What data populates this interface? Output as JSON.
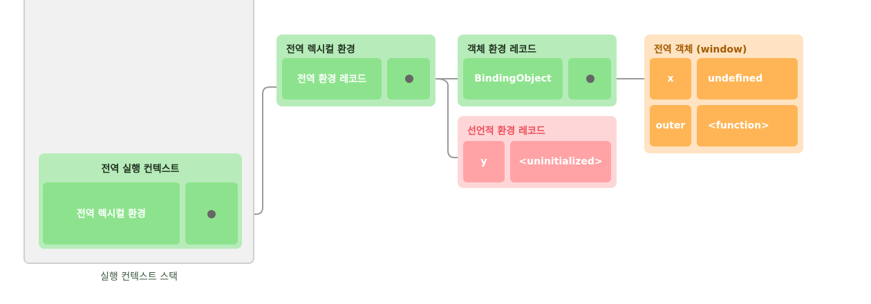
{
  "stack": {
    "caption": "실행 컨텍스트 스택"
  },
  "global_ec": {
    "title": "전역 실행 컨텍스트",
    "lexical_env": "전역 렉시컬 환경"
  },
  "lexical_env": {
    "title": "전역 렉시컬 환경",
    "env_record": "전역 환경 레코드"
  },
  "object_env_record": {
    "title": "객체 환경 레코드",
    "binding": "BindingObject"
  },
  "declarative_env_record": {
    "title": "선언적 환경 레코드",
    "rows": [
      {
        "name": "y",
        "value": "<uninitialized>"
      }
    ]
  },
  "global_object": {
    "title": "전역 객체 (window)",
    "rows": [
      {
        "name": "x",
        "value": "undefined"
      },
      {
        "name": "outer",
        "value": "<function>"
      }
    ]
  },
  "colors": {
    "green_panel": "#b7ecba",
    "green_box": "#8de38d",
    "red_panel": "#ffd6d7",
    "red_box": "#ffa3a6",
    "orange_panel": "#ffe3c2",
    "orange_box": "#ffb556",
    "connector": "#9a9a9a",
    "pointer_dot": "#666666"
  }
}
